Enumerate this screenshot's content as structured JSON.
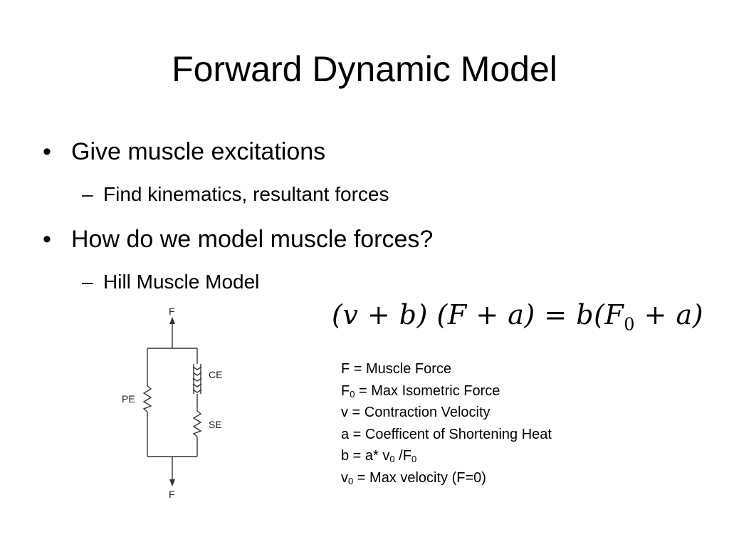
{
  "slide": {
    "title": "Forward Dynamic Model",
    "bullets": [
      {
        "marker": "•",
        "text": "Give muscle excitations"
      },
      {
        "marker": "•",
        "text": "How do we model muscle forces?"
      }
    ],
    "subbullets": [
      {
        "marker": "–",
        "text": "Find kinematics, resultant forces"
      },
      {
        "marker": "–",
        "text": "Hill Muscle Model"
      }
    ]
  },
  "equation": {
    "lhs_1": "(v + b)",
    "lhs_2": "(F + a)",
    "equals": "=",
    "rhs_pre": "b(F",
    "rhs_sub": "0",
    "rhs_post": " + a)"
  },
  "definitions": {
    "d1": "F = Muscle Force",
    "d2_pre": "F",
    "d2_sub": "0",
    "d2_post": " = Max Isometric Force",
    "d3": "v = Contraction Velocity",
    "d4": "a = Coefficent of Shortening Heat",
    "d5_pre": "b =  a* v",
    "d5_sub1": "0",
    "d5_mid": " /F",
    "d5_sub2": "0",
    "d6_pre": "v",
    "d6_sub": "0",
    "d6_post": " = Max velocity (F=0)"
  },
  "diagram": {
    "top_force": "F",
    "bottom_force": "F",
    "parallel_element": "PE",
    "contractile_element": "CE",
    "series_element": "SE"
  }
}
